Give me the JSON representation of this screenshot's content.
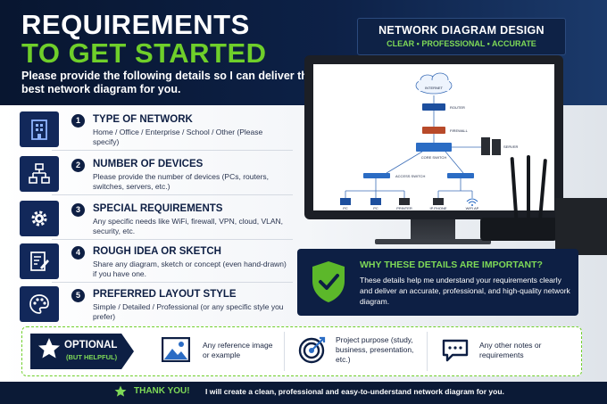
{
  "header": {
    "title_line1": "REQUIREMENTS",
    "title_line2": "TO GET STARTED",
    "subtitle": "Please provide the following details so I can deliver the best network diagram for you."
  },
  "badge": {
    "title": "NETWORK DIAGRAM DESIGN",
    "tagline": "CLEAR • PROFESSIONAL • ACCURATE"
  },
  "requirements": [
    {
      "number": "1",
      "title": "TYPE OF NETWORK",
      "description": "Home / Office / Enterprise / School / Other (Please specify)",
      "icon": "building-icon"
    },
    {
      "number": "2",
      "title": "NUMBER OF DEVICES",
      "description": "Please provide the number of devices (PCs, routers, switches, servers, etc.)",
      "icon": "network-topology-icon"
    },
    {
      "number": "3",
      "title": "SPECIAL REQUIREMENTS",
      "description": "Any specific needs like WiFi, firewall, VPN, cloud, VLAN, security, etc.",
      "icon": "gear-icon"
    },
    {
      "number": "4",
      "title": "ROUGH IDEA OR SKETCH",
      "description": "Share any diagram, sketch or concept (even hand-drawn) if you have one.",
      "icon": "edit-document-icon"
    },
    {
      "number": "5",
      "title": "PREFERRED LAYOUT STYLE",
      "description": "Simple / Detailed / Professional (or any specific style you prefer)",
      "icon": "palette-icon"
    }
  ],
  "diagram": {
    "internet": "INTERNET",
    "router": "ROUTER",
    "firewall": "FIREWALL",
    "core_switch": "CORE SWITCH",
    "server": "SERVER",
    "access_switch": "ACCESS SWITCH",
    "pc1": "PC",
    "pc2": "PC",
    "printer": "PRINTER",
    "ip_phone": "IP PHONE",
    "wifi_ap": "WIFI AP"
  },
  "why": {
    "title": "WHY THESE DETAILS ARE IMPORTANT?",
    "body": "These details help me understand your requirements clearly and deliver an accurate, professional, and high-quality network diagram.",
    "icon": "shield-check-icon"
  },
  "optional": {
    "label": "OPTIONAL",
    "sublabel": "(BUT HELPFUL)",
    "items": [
      {
        "text": "Any reference image or example",
        "icon": "image-icon"
      },
      {
        "text": "Project purpose (study, business, presentation, etc.)",
        "icon": "target-icon"
      },
      {
        "text": "Any other notes or requirements",
        "icon": "chat-icon"
      }
    ]
  },
  "footer": {
    "thanks": "THANK YOU!",
    "message": "I will create a clean, professional and easy-to-understand network diagram for you."
  },
  "colors": {
    "navy": "#0d1f44",
    "accent_green": "#6fcf2a",
    "white": "#ffffff"
  }
}
